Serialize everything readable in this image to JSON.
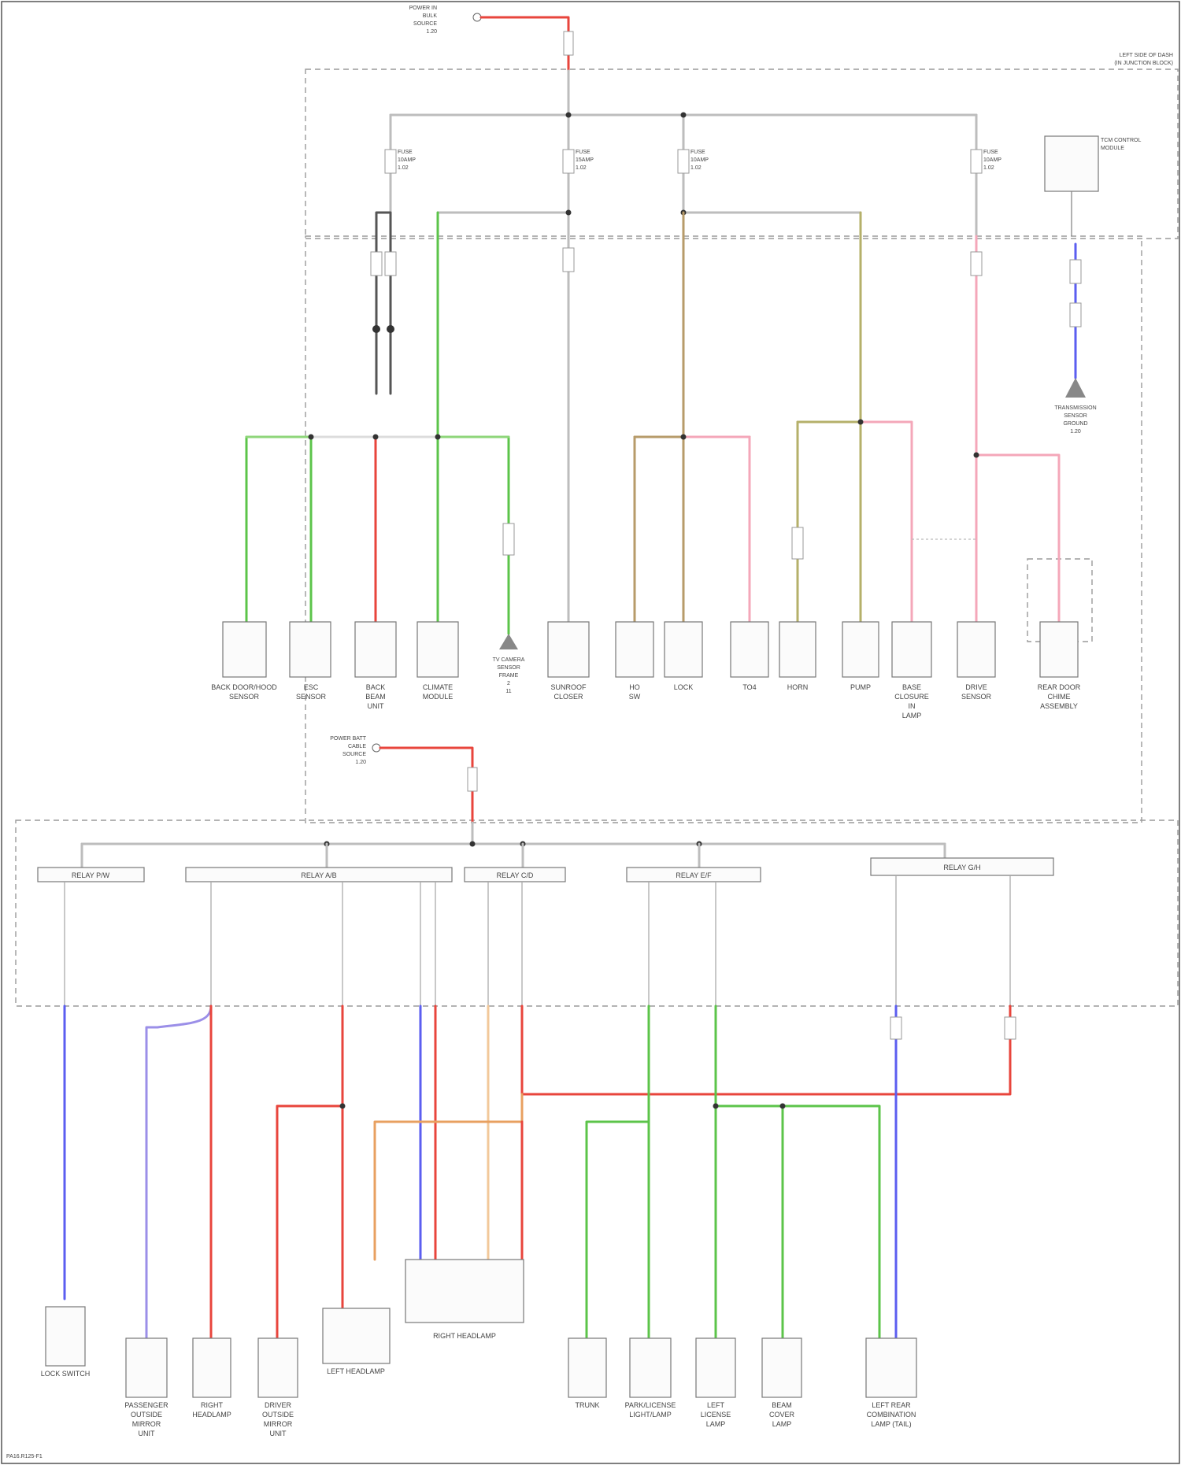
{
  "colors": {
    "red": "#e8453c",
    "pink": "#f4a7b9",
    "green": "#5cc44a",
    "lightgreen": "#8ed67a",
    "tan": "#b79b6a",
    "olive": "#b5b06a",
    "blue": "#5b5ef0",
    "lilac": "#9b8fe8",
    "orange": "#e8a060",
    "gray": "#bdbdbd",
    "black": "#333333",
    "frame": "#9a9a9a"
  },
  "icons": [
    "ground-icon",
    "splice-node-icon",
    "connector-pin-icon"
  ],
  "top_power_source": {
    "label": [
      "POWER IN",
      "BULK",
      "SOURCE",
      "1.20"
    ]
  },
  "top_region_label": [
    "LEFT SIDE OF DASH",
    "(IN JUNCTION BLOCK)"
  ],
  "tcm_module": {
    "label": [
      "TCM CONTROL",
      "MODULE"
    ]
  },
  "ground": {
    "label": [
      "TRANSMISSION",
      "SENSOR",
      "GROUND",
      "1.20"
    ]
  },
  "fuses_top": [
    {
      "label": [
        "FUSE",
        "10AMP",
        "1.02"
      ]
    },
    {
      "label": [
        "FUSE",
        "15AMP",
        "1.02"
      ]
    },
    {
      "label": [
        "FUSE",
        "10AMP",
        "1.02"
      ]
    },
    {
      "label": [
        "FUSE",
        "10AMP",
        "1.02"
      ]
    }
  ],
  "components_top": [
    {
      "label": [
        "BACK DOOR/HOOD",
        "SENSOR"
      ]
    },
    {
      "label": [
        "ESC",
        "SENSOR"
      ]
    },
    {
      "label": [
        "BACK",
        "BEAM",
        "UNIT"
      ]
    },
    {
      "label": [
        "CLIMATE",
        "MODULE"
      ]
    },
    {
      "label": [
        "TV CAMERA",
        "SENSOR",
        "FRAME",
        "2",
        "11"
      ]
    },
    {
      "label": [
        "SUNROOF",
        "CLOSER"
      ]
    },
    {
      "label": [
        "HO",
        "SW"
      ]
    },
    {
      "label": [
        "LOCK"
      ]
    },
    {
      "label": [
        "TO4"
      ]
    },
    {
      "label": [
        "HORN"
      ]
    },
    {
      "label": [
        "PUMP"
      ]
    },
    {
      "label": [
        "BASE",
        "CLOSURE",
        "IN",
        "LAMP"
      ]
    },
    {
      "label": [
        "DRIVE",
        "SENSOR"
      ]
    },
    {
      "label": [
        "REAR DOOR",
        "CHIME",
        "ASSEMBLY"
      ]
    }
  ],
  "middle_power_source": {
    "label": [
      "POWER BATT",
      "CABLE",
      "SOURCE",
      "1.20"
    ]
  },
  "relay_headers": [
    {
      "label": "RELAY P/W"
    },
    {
      "label": "RELAY A/B"
    },
    {
      "label": "RELAY C/D"
    },
    {
      "label": "RELAY E/F"
    },
    {
      "label": "RELAY G/H"
    }
  ],
  "components_bottom": [
    {
      "label": [
        "LOCK SWITCH"
      ]
    },
    {
      "label": [
        "PASSENGER",
        "OUTSIDE",
        "MIRROR",
        "UNIT"
      ]
    },
    {
      "label": [
        "RIGHT",
        "HEADLAMP"
      ]
    },
    {
      "label": [
        "DRIVER",
        "OUTSIDE",
        "MIRROR",
        "UNIT"
      ]
    },
    {
      "label": [
        "LEFT HEADLAMP"
      ]
    },
    {
      "label": [
        "RIGHT HEADLAMP"
      ]
    },
    {
      "label": [
        "TRUNK"
      ]
    },
    {
      "label": [
        "PARK/LICENSE",
        "LIGHT/LAMP"
      ]
    },
    {
      "label": [
        "LEFT",
        "LICENSE",
        "LAMP"
      ]
    },
    {
      "label": [
        "BEAM",
        "COVER",
        "LAMP"
      ]
    },
    {
      "label": [
        "LEFT REAR",
        "COMBINATION",
        "LAMP (TAIL)"
      ]
    }
  ],
  "footer": {
    "code": "PA16.R125-F1"
  }
}
